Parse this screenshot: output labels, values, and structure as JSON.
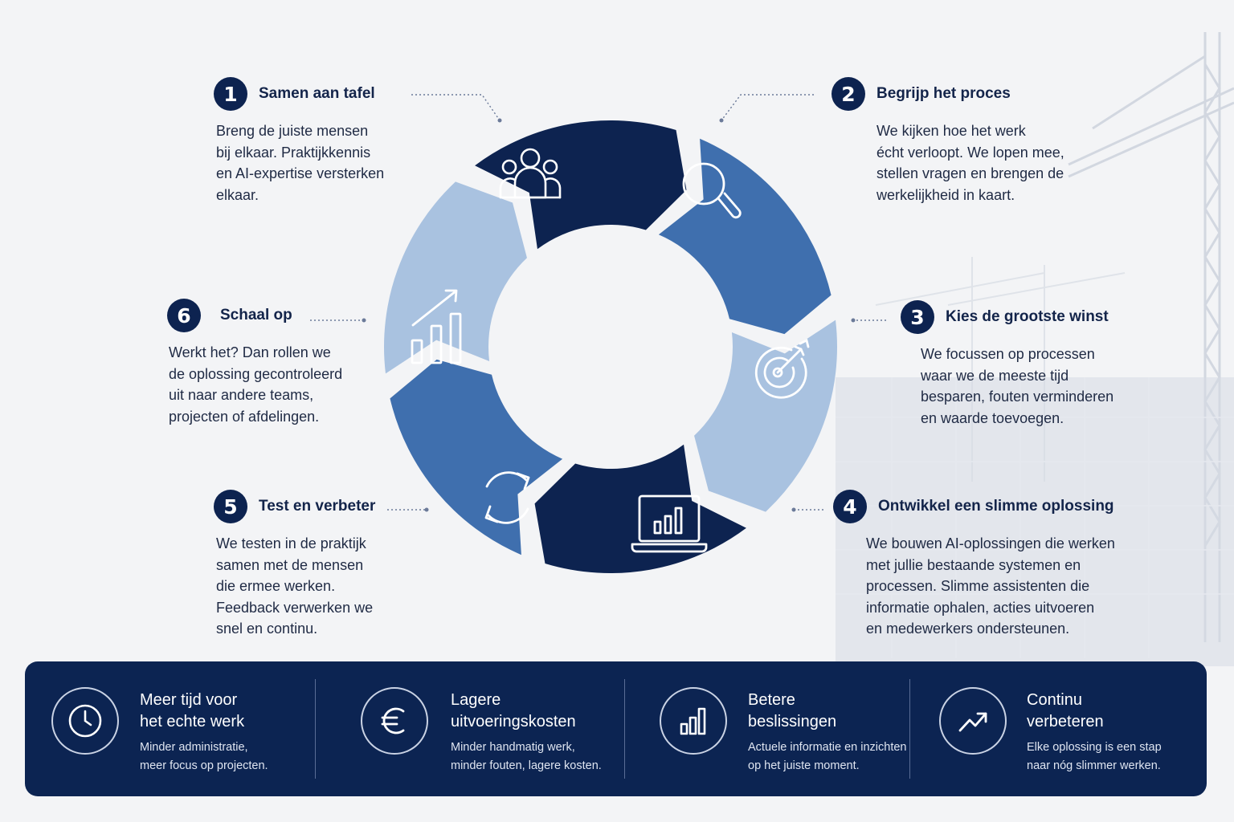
{
  "steps": [
    {
      "number": "1",
      "title": "Samen aan tafel",
      "text": "Breng de juiste mensen\nbij elkaar. Praktijkkennis\nen AI-expertise versterken\nelkaar.",
      "icon": "team-icon"
    },
    {
      "number": "2",
      "title": "Begrijp het proces",
      "text": "We kijken hoe het werk\nécht verloopt. We lopen mee,\nstellen vragen en brengen de\nwerkelijkheid in kaart.",
      "icon": "search-icon"
    },
    {
      "number": "3",
      "title": "Kies de grootste winst",
      "text": "We focussen op processen\nwaar we de meeste tijd\nbesparen, fouten verminderen\nen waarde toevoegen.",
      "icon": "target-icon"
    },
    {
      "number": "4",
      "title": "Ontwikkel een slimme oplossing",
      "text": "We bouwen AI-oplossingen die werken\nmet jullie bestaande systemen en\nprocessen. Slimme assistenten die\ninformatie ophalen, acties uitvoeren\nen medewerkers ondersteunen.",
      "icon": "laptop-chart-icon"
    },
    {
      "number": "5",
      "title": "Test en verbeter",
      "text": "We testen in de praktijk\nsamen met de mensen\ndie ermee werken.\nFeedback verwerken we\nsnel en continu.",
      "icon": "refresh-icon"
    },
    {
      "number": "6",
      "title": "Schaal op",
      "text": "Werkt het? Dan rollen we\nde oplossing gecontroleerd\nuit naar andere teams,\nprojecten of afdelingen.",
      "icon": "growth-chart-icon"
    }
  ],
  "benefits": [
    {
      "title": "Meer tijd voor\nhet echte werk",
      "text": "Minder administratie,\nmeer focus op projecten.",
      "icon": "clock-icon"
    },
    {
      "title": "Lagere\nuitvoeringskosten",
      "text": "Minder handmatig werk,\nminder fouten, lagere kosten.",
      "icon": "euro-icon"
    },
    {
      "title": "Betere\nbeslissingen",
      "text": "Actuele informatie en inzichten\nop het juiste moment.",
      "icon": "bar-chart-icon"
    },
    {
      "title": "Continu\nverbeteren",
      "text": "Elke oplossing is een stap\nnaar nóg slimmer werken.",
      "icon": "trend-up-icon"
    }
  ],
  "colors": {
    "navy": "#0d2350",
    "mid_blue": "#3f6fae",
    "light_blue": "#a9c2e0",
    "background": "#f3f4f6",
    "bar": "#0c2452"
  }
}
